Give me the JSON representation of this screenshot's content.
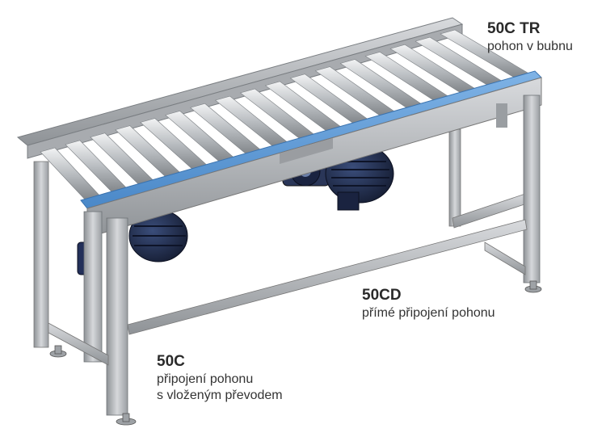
{
  "labels": {
    "tr": {
      "code": "50C TR",
      "desc": "pohon v bubnu"
    },
    "cd": {
      "code": "50CD",
      "desc": "přímé připojení pohonu"
    },
    "c": {
      "code": "50C",
      "desc_line1": "připojení pohonu",
      "desc_line2": "s vloženým převodem"
    }
  },
  "colors": {
    "belt_accent": "#5b9bd8",
    "motor": "#1f2a4a",
    "frame": "#b9bcc0"
  }
}
